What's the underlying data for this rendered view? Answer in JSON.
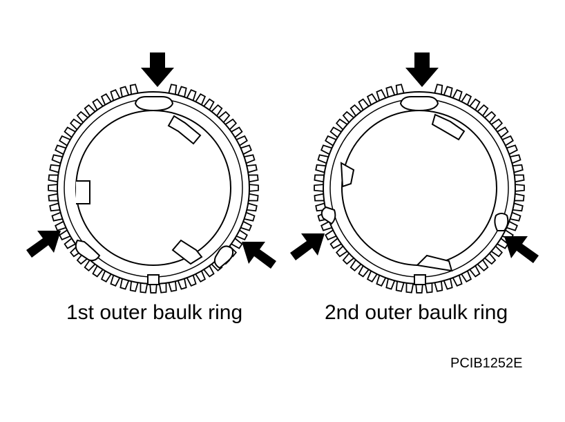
{
  "diagram": {
    "rings": [
      {
        "label": "1st outer baulk ring"
      },
      {
        "label": "2nd outer baulk ring"
      }
    ],
    "figure_code": "PCIB1252E",
    "colors": {
      "ink": "#000000",
      "paper": "#ffffff"
    }
  }
}
